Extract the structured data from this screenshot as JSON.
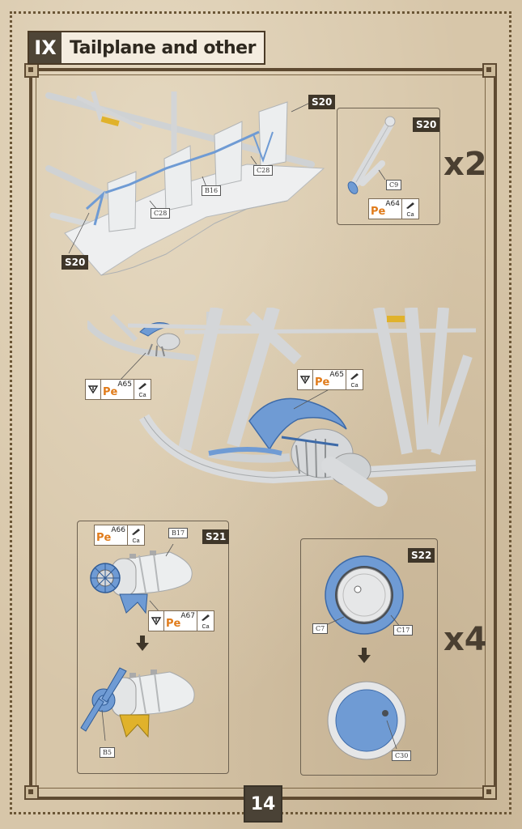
{
  "header": {
    "step_number": "IX",
    "title": "Tailplane and other"
  },
  "step1": {
    "tag_main": "S20",
    "tag_sub": "S20",
    "labels": [
      "C28",
      "B16",
      "C28"
    ],
    "detail": {
      "tag": "S20",
      "label": "C9",
      "multiplier": "x2",
      "pe": {
        "word": "Pe",
        "num": "A64",
        "glue": "Ca"
      }
    }
  },
  "step2": {
    "pe_small": {
      "word": "Pe",
      "num": "A65",
      "glue": "Ca"
    },
    "pe_large": {
      "word": "Pe",
      "num": "A65",
      "glue": "Ca"
    }
  },
  "step3": {
    "tag": "S21",
    "pe_top": {
      "word": "Pe",
      "num": "A66",
      "glue": "Ca"
    },
    "pe_bottom": {
      "word": "Pe",
      "num": "A67",
      "glue": "Ca"
    },
    "labels": {
      "top": "B17",
      "bottom": "B5"
    }
  },
  "step4": {
    "tag": "S22",
    "labels": {
      "c7": "C7",
      "c17": "C17",
      "c30": "C30"
    },
    "multiplier": "x4"
  },
  "footer": {
    "page_number": "14"
  },
  "colors": {
    "accent_blue": "#6f9bd4",
    "pe_orange": "#e07b1a",
    "brass": "#e0b22b",
    "frame": "#5e4a31"
  }
}
